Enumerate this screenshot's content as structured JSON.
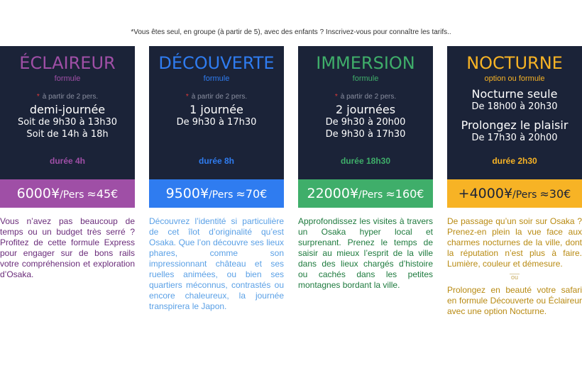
{
  "note": "*Vous êtes seul, en groupe (à partir de 5), avec des enfants ? Inscrivez-vous pour connaître les tarifs..",
  "colors": {
    "card_bg": "#1b2338",
    "eclaireur": "#9f4fa6",
    "decouverte": "#2f7cf0",
    "immersion": "#3fae6a",
    "nocturne": "#f7b325"
  },
  "eclaireur": {
    "title": "ÉCLAIREUR",
    "subtitle": "formule",
    "from": "à partir de 2 pers.",
    "star": "*",
    "main": "demi-journée",
    "line1": "Soit de 9h30 à 13h30",
    "line2": "Soit de 14h à 18h",
    "duration": "durée 4h",
    "price": "6000¥",
    "per": "/Pers",
    "approx": "≈45€",
    "description": "Vous n’avez pas beaucoup de temps ou un budget très serré ? Profitez de cette formule Express pour engager sur de bons rails votre compréhension et exploration d’Osaka."
  },
  "decouverte": {
    "title": "DÉCOUVERTE",
    "subtitle": "formule",
    "from": "à partir de 2 pers.",
    "star": "*",
    "main": "1 journée",
    "line1": "De 9h30 à 17h30",
    "duration": "durée 8h",
    "price": "9500¥",
    "per": "/Pers",
    "approx": "≈70€",
    "description": "Découvrez l’identité si particulière de cet îlot d’originalité qu’est Osaka. Que l’on découvre ses lieux phares, comme son impressionnant château et ses ruelles animées, ou bien ses quartiers méconnus, contrastés ou encore chaleureux, la journée transpirera le Japon."
  },
  "immersion": {
    "title": "IMMERSION",
    "subtitle": "formule",
    "from": "à partir de 2 pers.",
    "star": "*",
    "main": "2 journées",
    "line1": "De 9h30 à 20h00",
    "line2": "De 9h30 à 17h30",
    "duration": "durée 18h30",
    "price": "22000¥",
    "per": "/Pers",
    "approx": "≈160€",
    "description": "Approfondissez les visites à travers un Osaka hyper local et surprenant. Prenez le temps de saisir au mieux l’esprit de la ville dans des lieux chargés d’histoire ou cachés dans les petites montagnes bordant la ville."
  },
  "nocturne": {
    "title": "NOCTURNE",
    "subtitle": "option ou formule",
    "main1": "Nocturne seule",
    "line1": "De 18h00 à 20h30",
    "main2": "Prolongez le plaisir",
    "line2": "De 17h30 à 20h00",
    "duration": "durée 2h30",
    "price": "+4000¥",
    "per": "/Pers",
    "approx": "≈30€",
    "description": "De passage qu’un soir sur Osaka ? Prenez-en plein la vue face aux charmes nocturnes de la ville, dont la réputation n’est plus à faire. Lumière, couleur et démesure.",
    "or": "ou",
    "description2": "Prolongez en beauté votre safari en formule Découverte ou Éclaireur avec une option Nocturne."
  }
}
